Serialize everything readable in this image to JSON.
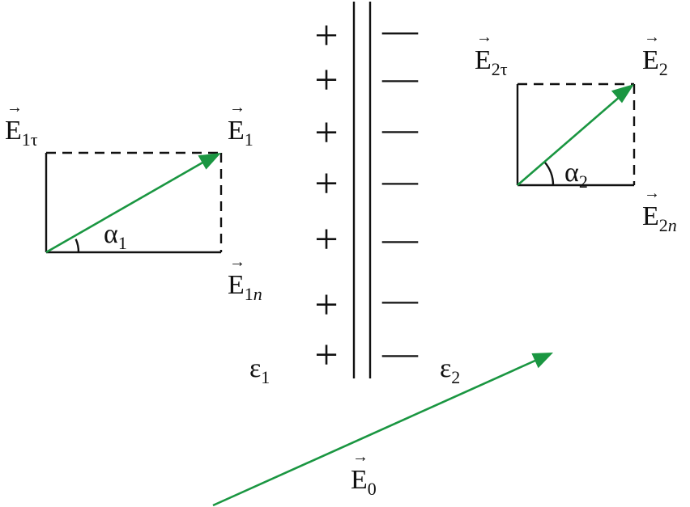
{
  "diagram": {
    "left_box": {
      "tangential_base": "E",
      "tangential_sub": "1τ",
      "field_base": "E",
      "field_sub": "1",
      "normal_base": "E",
      "normal_sub_num": "1",
      "normal_sub_italic": "n",
      "angle_base": "α",
      "angle_sub": "1"
    },
    "right_box": {
      "tangential_base": "E",
      "tangential_sub": "2τ",
      "field_base": "E",
      "field_sub": "2",
      "normal_base": "E",
      "normal_sub_num": "2",
      "normal_sub_italic": "n",
      "angle_base": "α",
      "angle_sub": "2"
    },
    "medium_left": {
      "base": "ε",
      "sub": "1"
    },
    "medium_right": {
      "base": "ε",
      "sub": "2"
    },
    "external_field": {
      "base": "E",
      "sub": "0"
    },
    "plus_sign": "+",
    "minus_sign": "—",
    "arrow_mark": "→",
    "colors": {
      "vector": "#1a9641",
      "lines": "#111111"
    }
  }
}
